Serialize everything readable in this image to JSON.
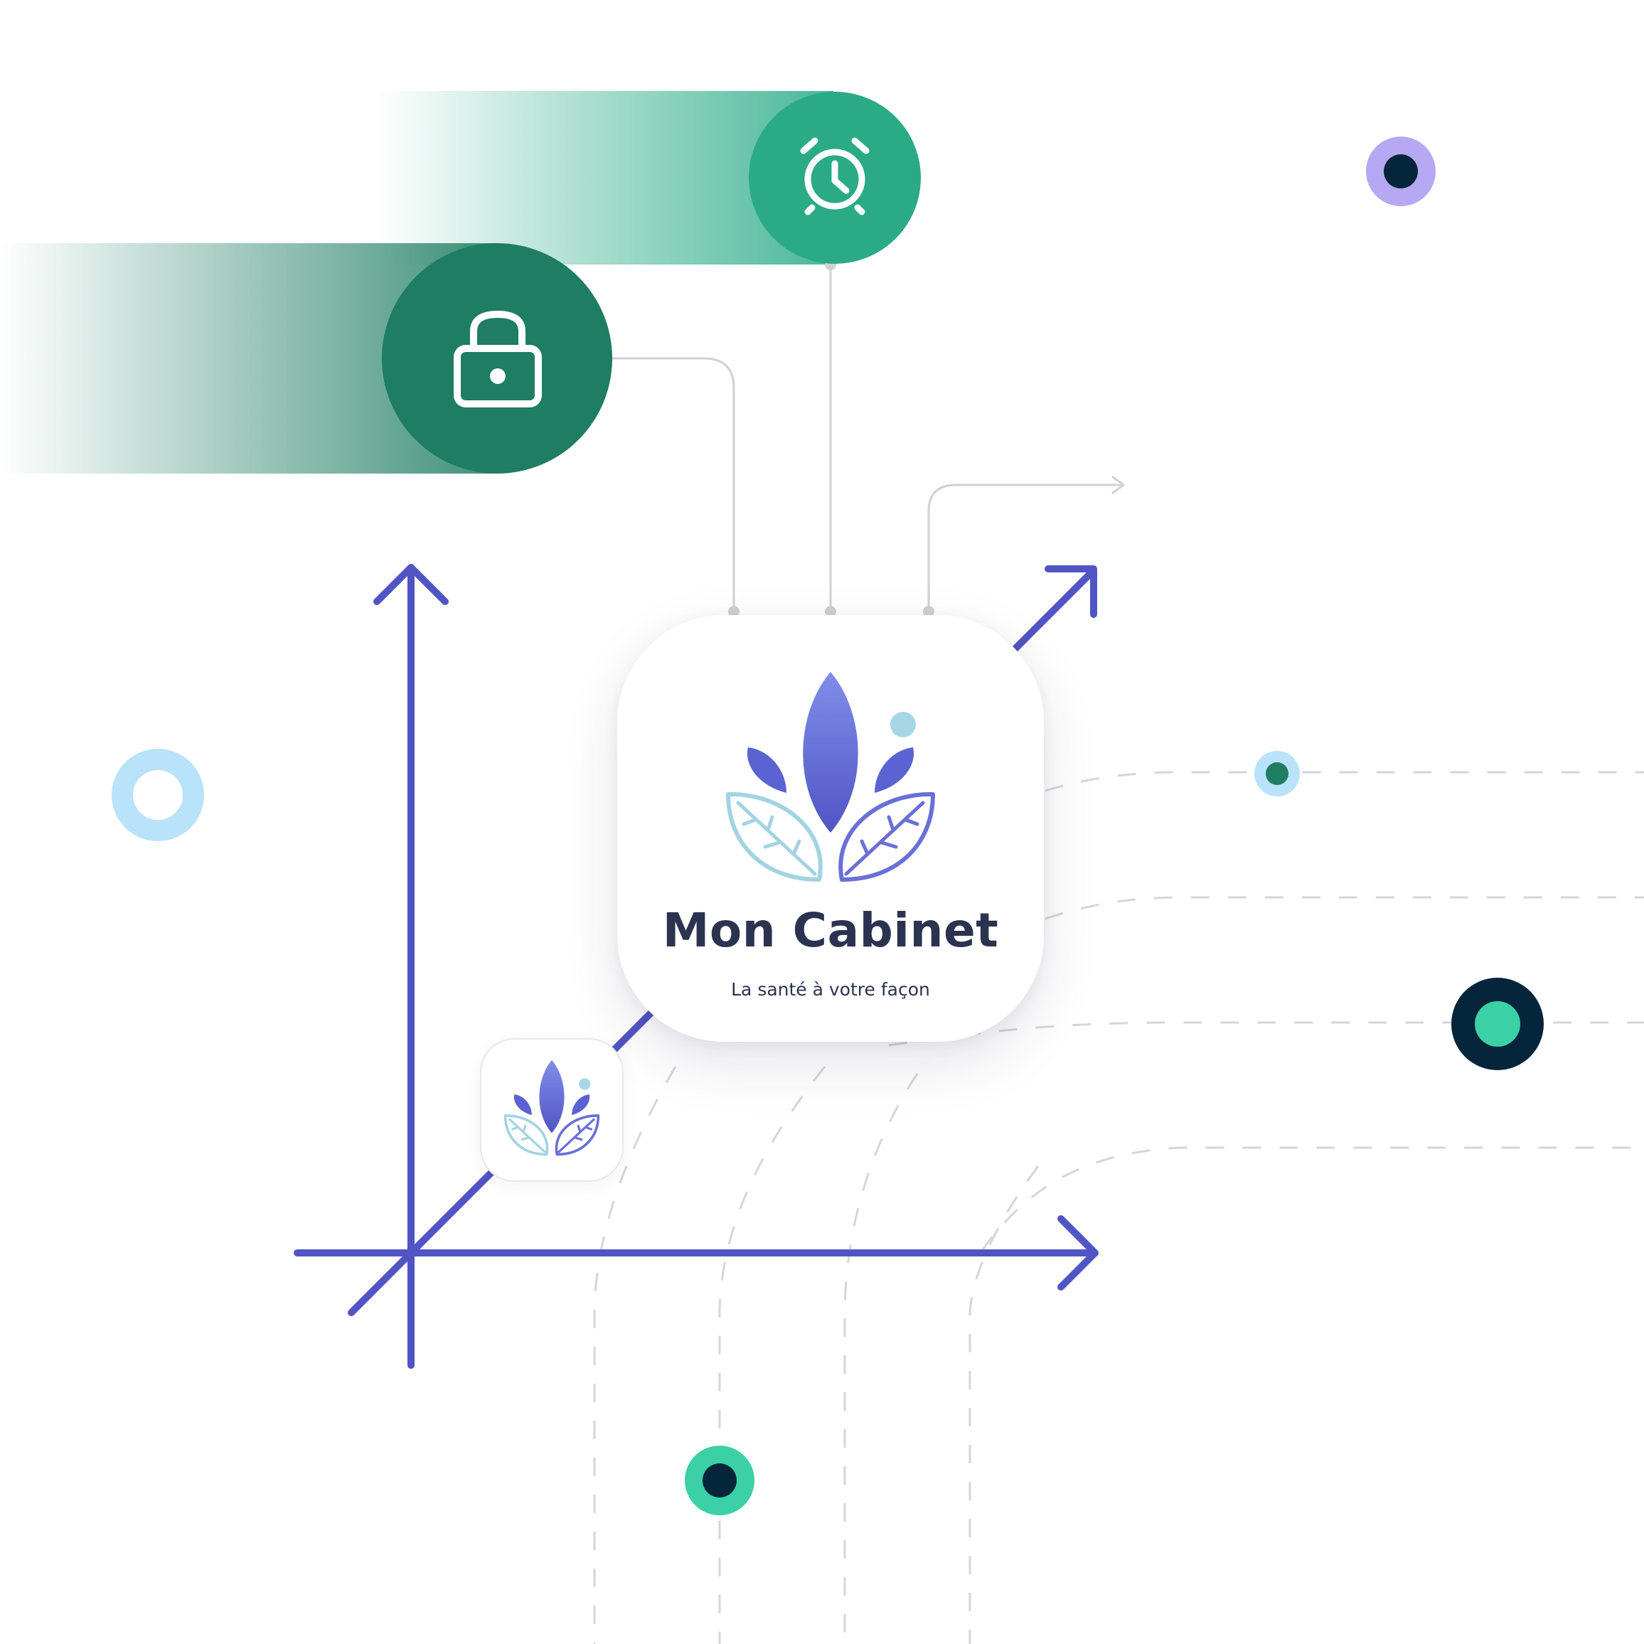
{
  "brand": {
    "name": "Mon Cabinet",
    "tagline": "La santé à votre façon"
  },
  "icons": {
    "security": "lock-icon",
    "reminder": "alarm-clock-icon",
    "logo": "lotus-leaf-logo"
  },
  "colors": {
    "dark_green": "#1e7d62",
    "green": "#2aab86",
    "accent_blue": "#5155c4",
    "text_dark": "#2b3350",
    "light_blue": "#b9e2fb",
    "mint": "#3bd0a6",
    "lavender": "#b7a8f3",
    "navy": "#04253a"
  }
}
